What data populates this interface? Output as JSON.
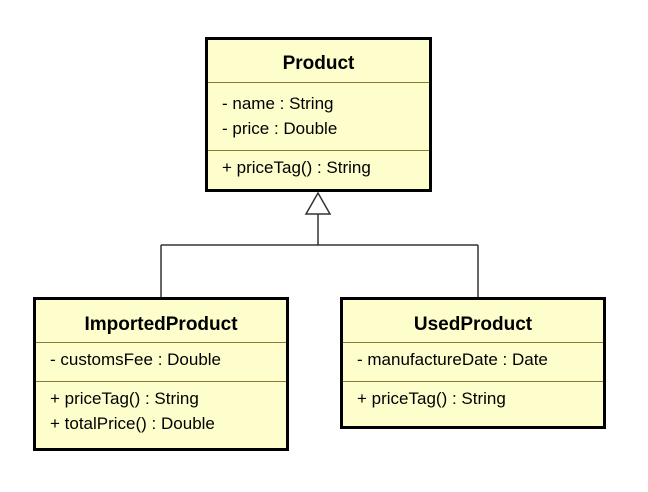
{
  "classes": {
    "product": {
      "name": "Product",
      "attributes": [
        "- name : String",
        "- price : Double"
      ],
      "operations": [
        "+ priceTag() : String"
      ]
    },
    "imported_product": {
      "name": "ImportedProduct",
      "attributes": [
        "- customsFee : Double"
      ],
      "operations": [
        "+ priceTag() : String",
        "+ totalPrice() : Double"
      ]
    },
    "used_product": {
      "name": "UsedProduct",
      "attributes": [
        "- manufactureDate : Date"
      ],
      "operations": [
        "+ priceTag() : String"
      ]
    }
  },
  "relationships": [
    {
      "type": "generalization",
      "from": "ImportedProduct",
      "to": "Product"
    },
    {
      "type": "generalization",
      "from": "UsedProduct",
      "to": "Product"
    }
  ],
  "colors": {
    "class_fill": "#fefdcc",
    "class_border": "#000000",
    "compartment_divider": "#8a7a3a",
    "connector": "#333333"
  }
}
